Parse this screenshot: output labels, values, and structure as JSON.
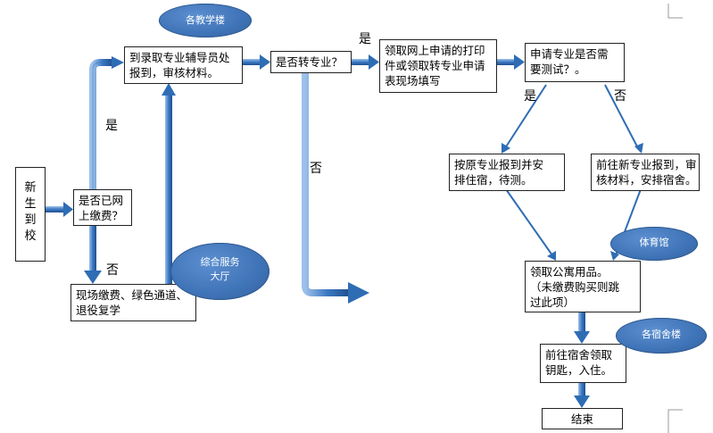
{
  "nodes": {
    "start": "新生到校",
    "paid_check_1": "是否已网",
    "paid_check_2": "上缴费？",
    "register_1": "到录取专业辅导员处",
    "register_2": "报到，审核材料。",
    "onsite_1": "现场缴费、绿色通道、",
    "onsite_2": "退役复学",
    "transfer_check": "是否转专业？",
    "print_1": "领取网上申请的打印",
    "print_2": "件或领取转专业申请",
    "print_3": "表现场填写",
    "test_check_1": "申请专业是否需",
    "test_check_2": "要测试？。",
    "original_1": "按原专业报到并安",
    "original_2": "排住宿，待测。",
    "new_major_1": "前往新专业报到，审",
    "new_major_2": "核材料，安排宿舍。",
    "supplies_1": "领取公寓用品。",
    "supplies_2": "（未缴费购买则跳",
    "supplies_3": "过此项）",
    "keys_1": "前往宿舍领取",
    "keys_2": "钥匙，入住。",
    "end": "结束"
  },
  "bubbles": {
    "teaching_building": "各教学楼",
    "service_hall_1": "综合服务",
    "service_hall_2": "大厅",
    "gym": "体育馆",
    "dorms": "各宿舍楼"
  },
  "labels": {
    "yes": "是",
    "no": "否"
  },
  "colors": {
    "arrow_blue": "#2e6db4",
    "arrow_light": "#7aa8e0",
    "bubble_blue": "#4a7fc4"
  }
}
